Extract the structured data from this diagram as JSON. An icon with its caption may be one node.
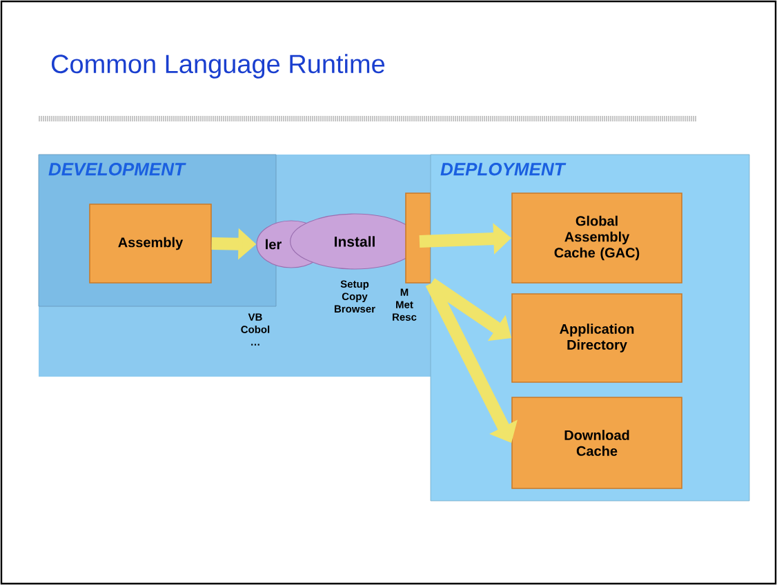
{
  "diagram": {
    "title": "Common Language Runtime",
    "nodes": [
      {
        "text": [],
        "shape": "box"
      },
      {
        "text": [
          "DEVELOPMENT"
        ],
        "in": 0
      },
      {
        "text": [
          "Assembly"
        ],
        "in": 1
      },
      {
        "text": [
          "ler"
        ],
        "in": 0
      },
      {
        "text": [
          "Install"
        ],
        "in": 0,
        "beside": [
          "Setup Copy Browser"
        ]
      },
      {
        "text": [],
        "shape": "box",
        "in": 0
      },
      {
        "text": [
          "DEPLOYMENT"
        ]
      },
      {
        "text": [
          "Global Assembly Cache (GAC)"
        ],
        "in": 6
      },
      {
        "text": [
          "Application Directory"
        ],
        "in": 6
      },
      {
        "text": [
          "Download Cache"
        ],
        "in": 6
      }
    ],
    "edges": [
      {
        "from": 2,
        "to": 3,
        "arrow": "to"
      },
      {
        "from": 4,
        "to": 7,
        "arrow": "to"
      },
      {
        "from": 5,
        "to": 8,
        "arrow": "to"
      },
      {
        "from": 5,
        "to": 9,
        "arrow": "to"
      }
    ],
    "labels": [
      "VB Cobol …",
      "M Met Resc"
    ]
  }
}
